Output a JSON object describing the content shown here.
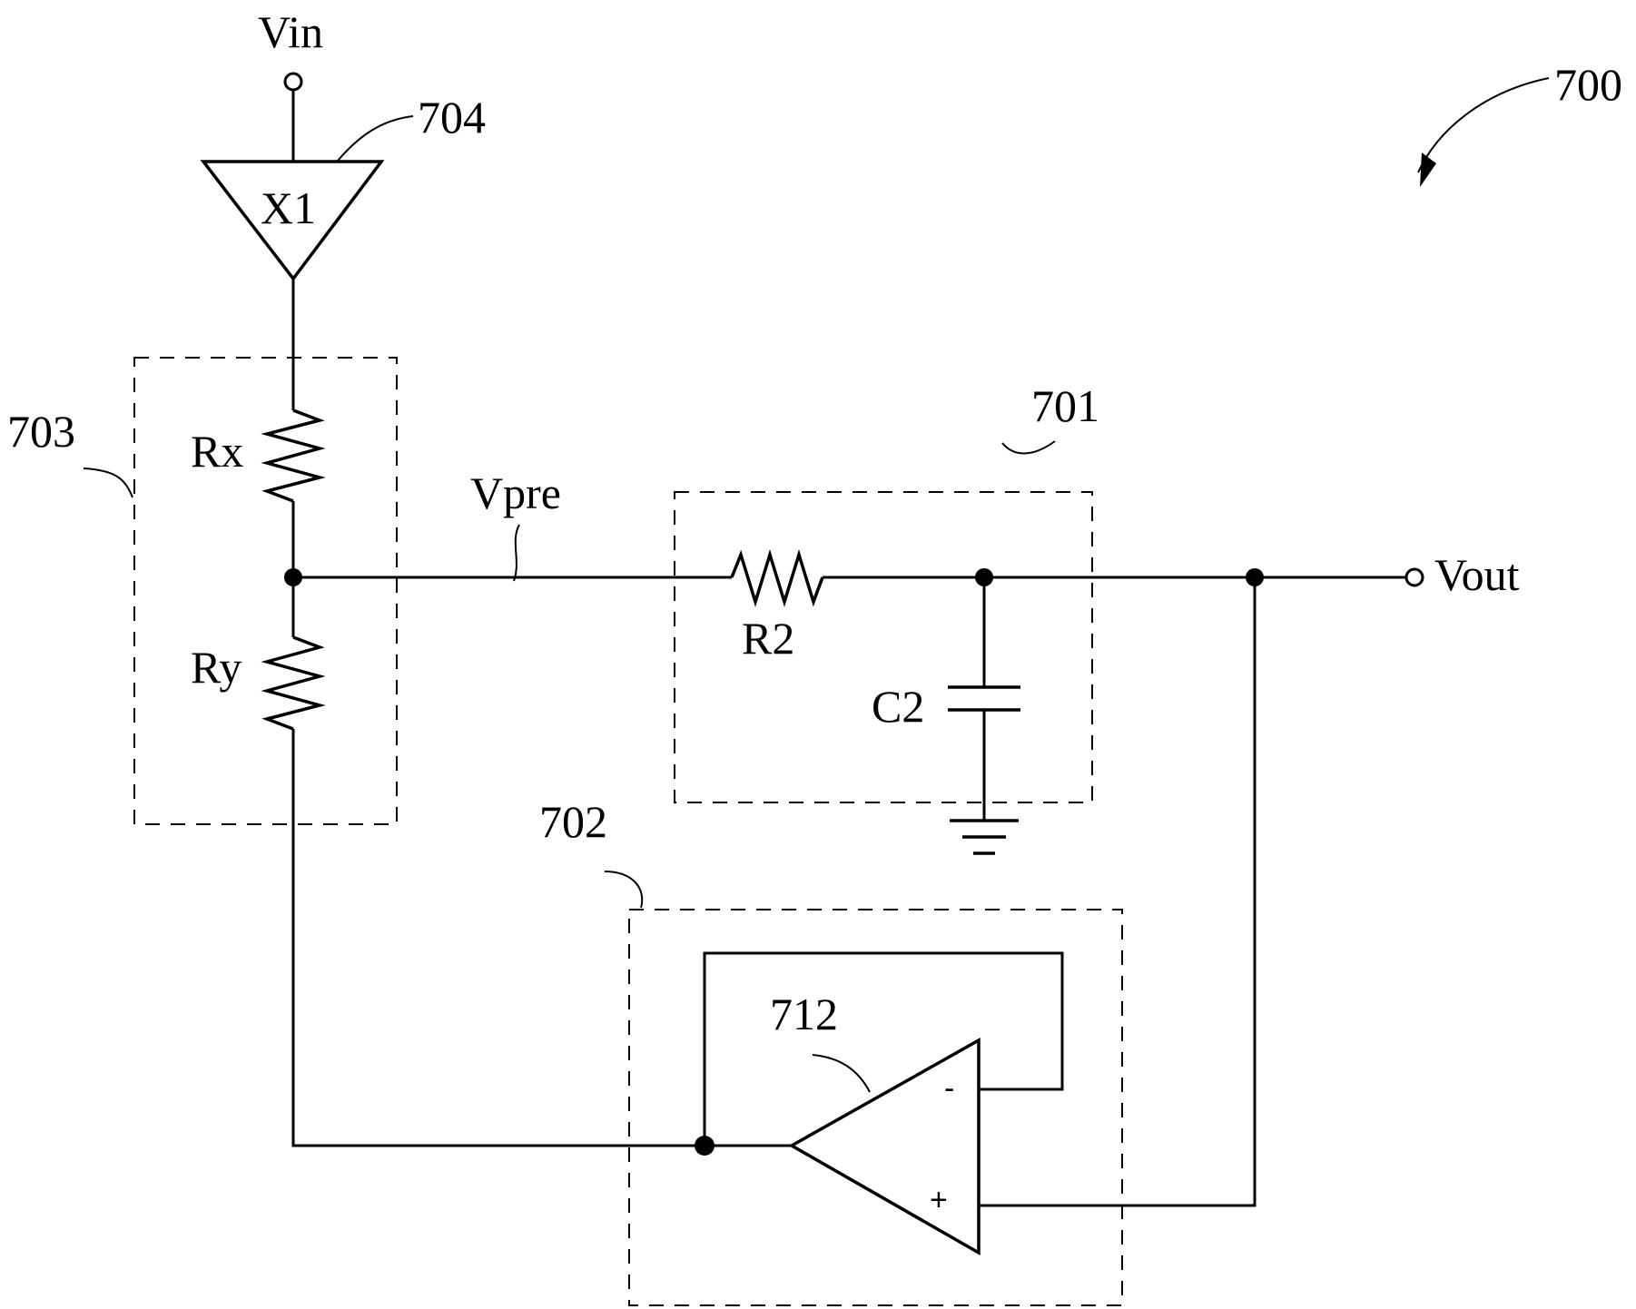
{
  "labels": {
    "vin": "Vin",
    "vout": "Vout",
    "vpre": "Vpre",
    "x1": "X1",
    "rx": "Rx",
    "ry": "Ry",
    "r2": "R2",
    "c2": "C2",
    "minus": "-",
    "plus": "+"
  },
  "refs": {
    "figure": "700",
    "filter": "701",
    "follower": "702",
    "divider": "703",
    "buffer": "704",
    "opamp": "712"
  }
}
